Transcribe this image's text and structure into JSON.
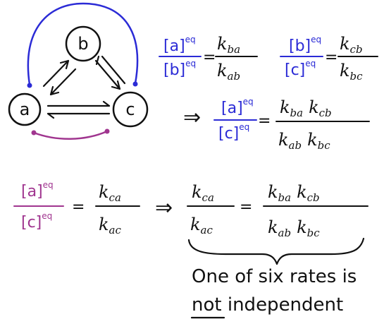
{
  "nodes": {
    "a": "a",
    "b": "b",
    "c": "c"
  },
  "colors": {
    "ink": "#111111",
    "blue": "#2b2bd6",
    "magenta": "#a0358f"
  },
  "eq1": {
    "num": "[a]",
    "num_sup": "eq",
    "den": "[b]",
    "den_sup": "eq",
    "rhs_num": "k",
    "rhs_num_sub": "ba",
    "rhs_den": "k",
    "rhs_den_sub": "ab"
  },
  "eq2": {
    "num": "[b]",
    "num_sup": "eq",
    "den": "[c]",
    "den_sup": "eq",
    "rhs_num": "k",
    "rhs_num_sub": "cb",
    "rhs_den": "k",
    "rhs_den_sub": "bc"
  },
  "eq3": {
    "implies": "⇒",
    "num": "[a]",
    "num_sup": "eq",
    "den": "[c]",
    "den_sup": "eq",
    "rhs_num_1": "k",
    "rhs_num_1_sub": "ba",
    "rhs_num_2": "k",
    "rhs_num_2_sub": "cb",
    "rhs_den_1": "k",
    "rhs_den_1_sub": "ab",
    "rhs_den_2": "k",
    "rhs_den_2_sub": "bc"
  },
  "eq4": {
    "num": "[a]",
    "num_sup": "eq",
    "den": "[c]",
    "den_sup": "eq",
    "rhs_num": "k",
    "rhs_num_sub": "ca",
    "rhs_den": "k",
    "rhs_den_sub": "ac"
  },
  "eq5": {
    "implies": "⇒",
    "lhs_num": "k",
    "lhs_num_sub": "ca",
    "lhs_den": "k",
    "lhs_den_sub": "ac",
    "rhs_num_1": "k",
    "rhs_num_1_sub": "ba",
    "rhs_num_2": "k",
    "rhs_num_2_sub": "cb",
    "rhs_den_1": "k",
    "rhs_den_1_sub": "ab",
    "rhs_den_2": "k",
    "rhs_den_2_sub": "bc"
  },
  "note": {
    "line1": "One of six rates is",
    "line2_underlined": "not",
    "line2_rest": " independent"
  }
}
